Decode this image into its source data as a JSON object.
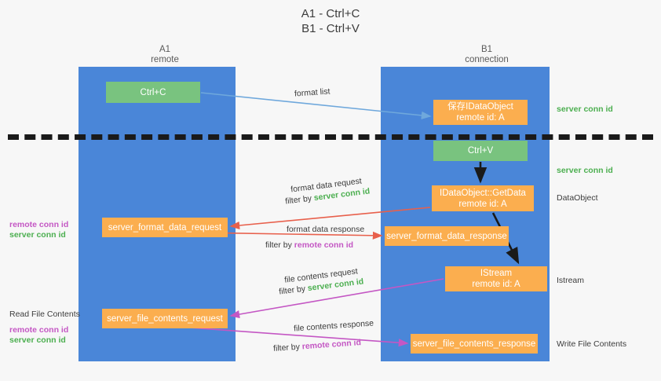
{
  "title": {
    "line1": "A1 - Ctrl+C",
    "line2": "B1 - Ctrl+V"
  },
  "columns": {
    "left": {
      "name": "A1",
      "role": "remote"
    },
    "right": {
      "name": "B1",
      "role": "connection"
    }
  },
  "colors": {
    "lane": "#4a86d8",
    "node_green": "#79c37f",
    "node_orange": "#fbae4f",
    "server_conn_id": "#4caf50",
    "remote_conn_id": "#c457c4",
    "arrow_blue": "#6fa8dc",
    "arrow_red": "#e8604c",
    "arrow_magenta": "#c457c4",
    "arrow_dark": "#1a1a1a",
    "divider": "#1a1a1a",
    "background": "#f7f7f7"
  },
  "nodes": {
    "ctrl_c": {
      "label": "Ctrl+C",
      "type": "green"
    },
    "save_dataobject": {
      "label": "保存IDataObject",
      "sub": "remote id: A",
      "type": "orange"
    },
    "ctrl_v": {
      "label": "Ctrl+V",
      "type": "green"
    },
    "getdata": {
      "label": "IDataObject::GetData",
      "sub": "remote id: A",
      "type": "orange"
    },
    "format_data_request": {
      "label": "server_format_data_request",
      "type": "orange"
    },
    "format_data_response": {
      "label": "server_format_data_response",
      "type": "orange"
    },
    "istream": {
      "label": "IStream",
      "sub": "remote id: A",
      "type": "orange"
    },
    "file_contents_request": {
      "label": "server_file_contents_request",
      "type": "orange"
    },
    "file_contents_response": {
      "label": "server_file_contents_response",
      "type": "orange"
    }
  },
  "edge_labels": {
    "format_list": "format list",
    "format_data_request": "format data request",
    "format_data_request_filter_prefix": "filter by ",
    "format_data_request_filter_key": "server conn id",
    "format_data_response": "format data response",
    "format_data_response_filter_prefix": "filter by ",
    "format_data_response_filter_key": "remote conn id",
    "file_contents_request": "file contents request",
    "file_contents_request_filter_prefix": "filter by ",
    "file_contents_request_filter_key": "server conn id",
    "file_contents_response": "file contents response",
    "file_contents_response_filter_prefix": "filter by ",
    "file_contents_response_filter_key": "remote conn id"
  },
  "annotations": {
    "right": [
      {
        "text": "server conn id",
        "style": "green"
      },
      {
        "text": "server conn id",
        "style": "green"
      },
      {
        "text": "DataObject",
        "style": "plain"
      },
      {
        "text": "Istream",
        "style": "plain"
      },
      {
        "text": "Write File Contents",
        "style": "plain"
      }
    ],
    "left": [
      {
        "text": "remote conn id",
        "style": "magenta"
      },
      {
        "text": "server conn id",
        "style": "green"
      },
      {
        "text": "Read File Contents",
        "style": "plain"
      },
      {
        "text": "remote conn id",
        "style": "magenta"
      },
      {
        "text": "server conn id",
        "style": "green"
      }
    ]
  }
}
